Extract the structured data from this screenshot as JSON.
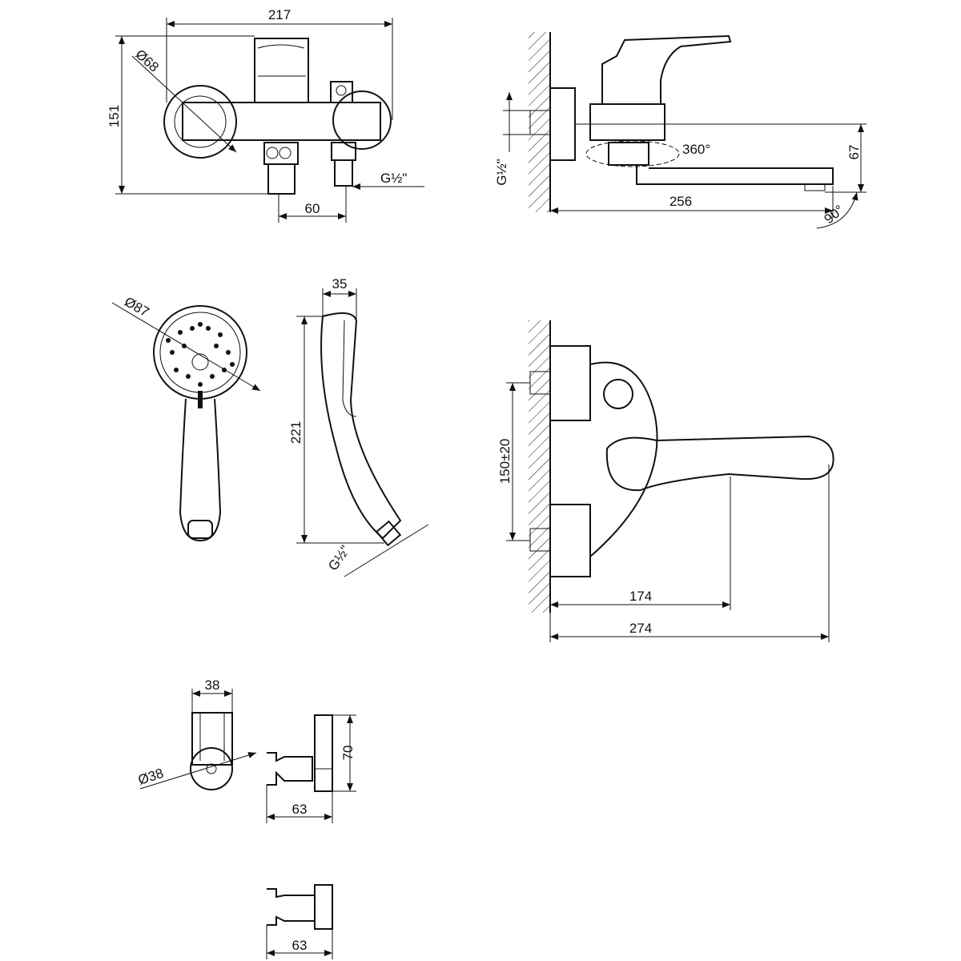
{
  "drawing": {
    "mixer_front": {
      "width": "217",
      "height": "151",
      "flange_diameter": "Ø68",
      "outlet_spacing": "60",
      "thread": "G½\""
    },
    "mixer_side": {
      "thread": "G½\"",
      "rotation": "360°",
      "spout_height": "67",
      "spout_length": "256",
      "spout_angle": "90°"
    },
    "hand_shower": {
      "head_diameter": "Ø87",
      "depth": "35",
      "length": "221",
      "thread": "G½\""
    },
    "mixer_top": {
      "connection_spacing": "150±20",
      "handle_reach": "174",
      "total_depth": "274"
    },
    "holder": {
      "width": "38",
      "diameter": "Ø38",
      "height": "70",
      "depth": "63"
    },
    "holder_alt": {
      "depth": "63"
    }
  }
}
